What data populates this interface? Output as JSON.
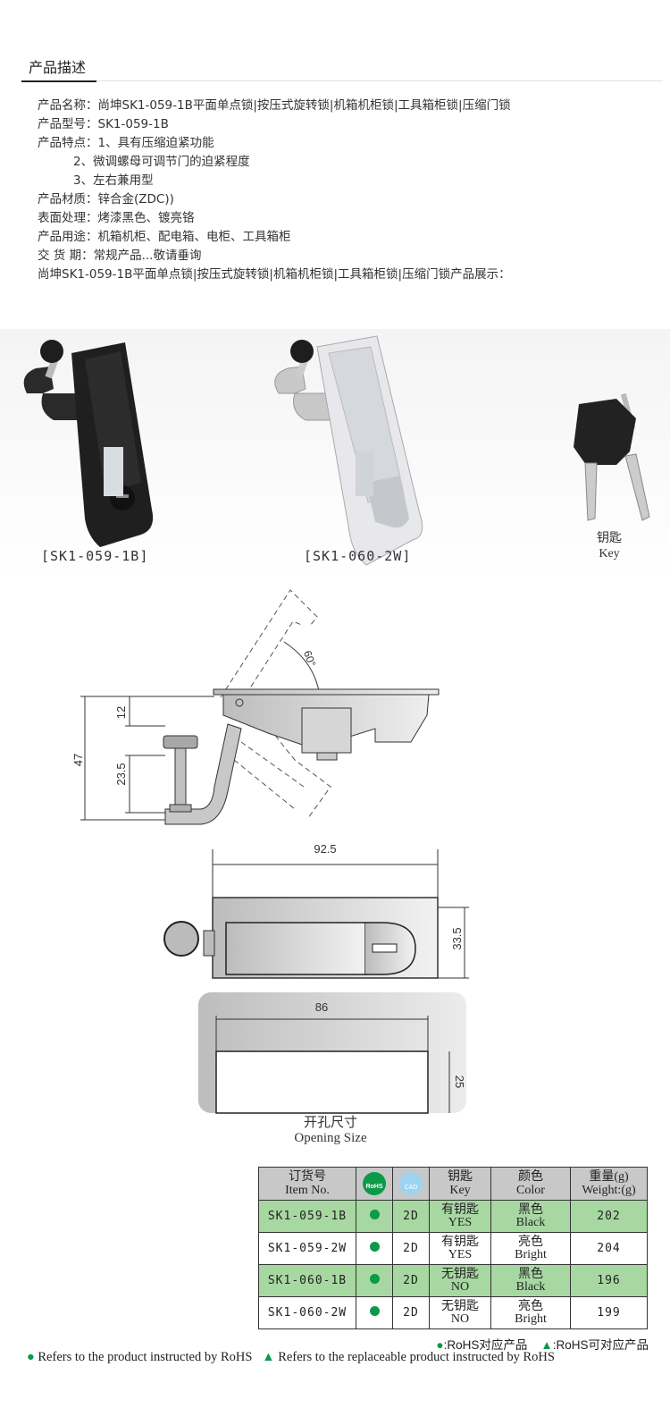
{
  "section": {
    "title": "产品描述"
  },
  "description": {
    "rows": [
      {
        "label": "产品名称：",
        "value": "尚坤SK1-059-1B平面单点锁|按压式旋转锁|机箱机柜锁|工具箱柜锁|压缩门锁"
      },
      {
        "label": "产品型号：",
        "value": "SK1-059-1B"
      },
      {
        "label": "产品特点：",
        "value": "1、具有压缩迫紧功能"
      },
      {
        "label": "",
        "value": "2、微调螺母可调节门的迫紧程度"
      },
      {
        "label": "",
        "value": "3、左右兼用型"
      },
      {
        "label": "产品材质：",
        "value": "锌合金(ZDC))"
      },
      {
        "label": "表面处理：",
        "value": "烤漆黑色、镀亮铬"
      },
      {
        "label": "产品用途：",
        "value": "机箱机柜、配电箱、电柜、工具箱柜"
      },
      {
        "label": "交 货 期：",
        "value": "常规产品...敬请垂询"
      }
    ],
    "showcase_line": "尚坤SK1-059-1B平面单点锁|按压式旋转锁|机箱机柜锁|工具箱柜锁|压缩门锁产品展示："
  },
  "photos": {
    "black_caption": "[SK1-059-1B]",
    "chrome_caption": "[SK1-060-2W]",
    "key_caption_cn": "钥匙",
    "key_caption_en": "Key"
  },
  "drawing": {
    "angle": "60°",
    "dim_total_height": "47",
    "dim_top": "12",
    "dim_stud": "23.5",
    "dim_length": "92.5",
    "dim_width": "33.5",
    "opening_length": "86",
    "opening_width": "25",
    "opening_caption_cn": "开孔尺寸",
    "opening_caption_en": "Opening Size"
  },
  "table": {
    "headers": {
      "item_cn": "订货号",
      "item_en": "Item No.",
      "rohs_icon": "RoHS",
      "cad_icon": "CAD",
      "key_cn": "钥匙",
      "key_en": "Key",
      "color_cn": "颜色",
      "color_en": "Color",
      "weight_cn": "重量(g)",
      "weight_en": "Weight:(g)"
    },
    "rows": [
      {
        "item": "SK1-059-1B",
        "cad": "2D",
        "key_cn": "有钥匙",
        "key_en": "YES",
        "color_cn": "黑色",
        "color_en": "Black",
        "weight": "202"
      },
      {
        "item": "SK1-059-2W",
        "cad": "2D",
        "key_cn": "有钥匙",
        "key_en": "YES",
        "color_cn": "亮色",
        "color_en": "Bright",
        "weight": "204"
      },
      {
        "item": "SK1-060-1B",
        "cad": "2D",
        "key_cn": "无钥匙",
        "key_en": "NO",
        "color_cn": "黑色",
        "color_en": "Black",
        "weight": "196"
      },
      {
        "item": "SK1-060-2W",
        "cad": "2D",
        "key_cn": "无钥匙",
        "key_en": "NO",
        "color_cn": "亮色",
        "color_en": "Bright",
        "weight": "199"
      }
    ],
    "row_highlight_color": "#a8d8a2",
    "header_color": "#c8c8c8"
  },
  "legend": {
    "cn_dot": ":RoHS对应产品",
    "cn_tri": ":RoHS可对应产品",
    "en_dot": "Refers to the product instructed by RoHS",
    "en_tri": "Refers to the replaceable product instructed by RoHS",
    "dot_color": "#0a9a4a"
  }
}
